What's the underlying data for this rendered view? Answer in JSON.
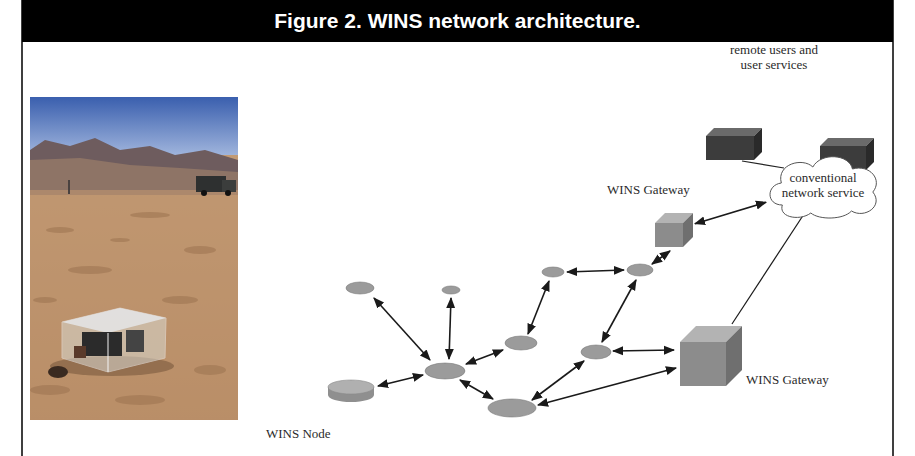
{
  "diagram": {
    "title": "Figure 2. WINS network architecture.",
    "nodes": [
      {
        "text": [
          "conventional network service"
        ]
      },
      {
        "text": [
          "WINS Gateway"
        ]
      },
      {
        "text": [
          "WINS Gateway"
        ]
      },
      {
        "text": [
          "WINS Node"
        ]
      }
    ],
    "edges": [
      {
        "from": 1,
        "to": 0,
        "arrow": "both"
      },
      {
        "from": 2,
        "to": 0,
        "arrow": "none"
      }
    ],
    "labels": [
      "remote users and user services"
    ]
  }
}
